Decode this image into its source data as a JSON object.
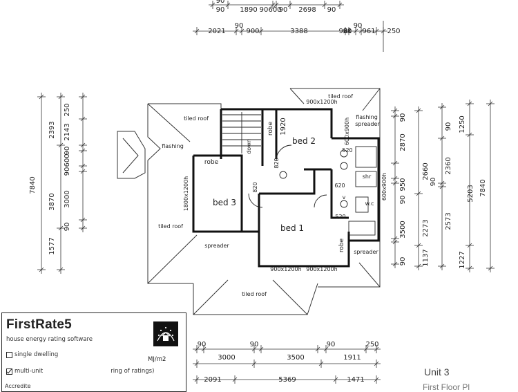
{
  "dims": {
    "top_row1": [
      "90",
      "1890",
      "90",
      "600",
      "90",
      "2698",
      "90"
    ],
    "top_row2": [
      "2021",
      "90",
      "900",
      "3388",
      "90",
      "961",
      "90",
      "961",
      "250"
    ],
    "left_row1": [
      "250",
      "2143",
      "90",
      "600",
      "90",
      "3000",
      "90"
    ],
    "left_row2": [
      "2393",
      "3870",
      "1577"
    ],
    "left_total": "7840",
    "right_row1": [
      "90",
      "2870",
      "950",
      "90",
      "3500",
      "90"
    ],
    "right_row2": [
      "2660",
      "2273",
      "1137"
    ],
    "right_row3": [
      "90",
      "2360",
      "90",
      "2573"
    ],
    "right_row4": [
      "1250",
      "5203",
      "1227"
    ],
    "right_total": "7840",
    "bottom_row1": [
      "90",
      "90",
      "90",
      "250"
    ],
    "bottom_row2": [
      "3000",
      "3500",
      "1911"
    ],
    "bottom_row3": [
      "2091",
      "5369",
      "1471"
    ]
  },
  "labels": {
    "bed1": "bed 1",
    "bed2": "bed 2",
    "bed3": "bed 3",
    "robe": "robe",
    "tiled_roof": "tiled roof",
    "flashing": "flashing",
    "spreader": "spreader",
    "window_900x1200h": "900x1200h",
    "window_1800x1200h": "1800x1200h",
    "window_600x900h": "600x900h",
    "dim_1920": "1920",
    "dim_820": "820",
    "dim_520": "520",
    "dim_620": "620",
    "dn": "down",
    "shr": "shr",
    "wc": "w.c",
    "v": "v"
  },
  "firstrate": {
    "title": "FirstRate5",
    "subtitle": "house energy rating software",
    "single": "single dwelling",
    "multi": "multi-unit",
    "multi_note": "ring of ratings)",
    "unit": "MJ/m2",
    "accredit": "Accredite"
  },
  "footer": {
    "unit": "Unit 3",
    "plan_title": "First Floor Pl"
  }
}
